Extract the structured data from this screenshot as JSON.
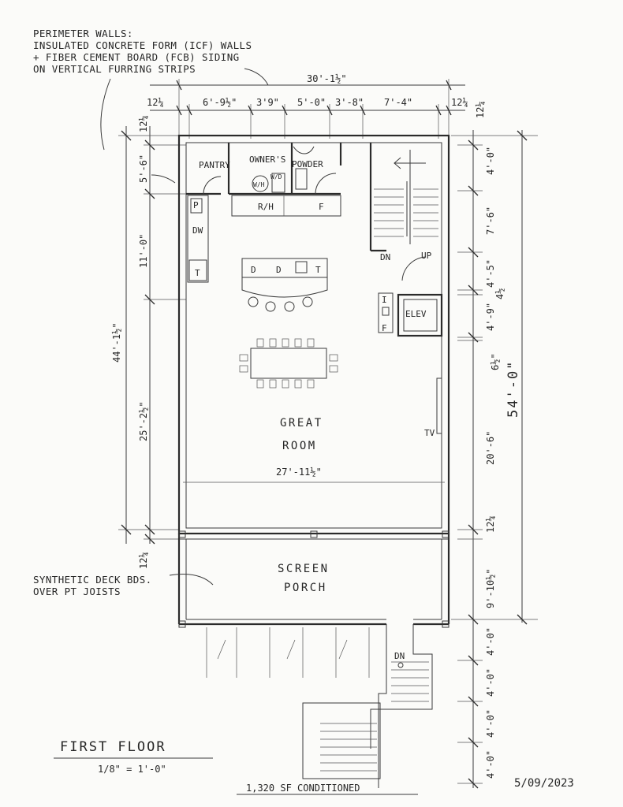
{
  "notes": {
    "perimeter": [
      "PERIMETER WALLS:",
      "INSULATED CONCRETE FORM (ICF) WALLS",
      "+ FIBER CEMENT BOARD (FCB) SIDING",
      "ON VERTICAL FURRING STRIPS"
    ],
    "deck": [
      "SYNTHETIC DECK BDS.",
      "OVER PT JOISTS"
    ]
  },
  "dimensions": {
    "top_overall": "30'-1½\"",
    "top_segments": [
      "12¼",
      "6'-9½\"",
      "3'9\"",
      "5'-0\"",
      "3'-8\"",
      "7'-4\"",
      "12¼"
    ],
    "top_right_corner": "12¼",
    "left_overall": "44'-1½\"",
    "left_segments": [
      "12¼",
      "5'-6\"",
      "11'-0\"",
      "25'-2½\"",
      "12¼"
    ],
    "right_overall": "54'-0\"",
    "right_segments": [
      "4'-0\"",
      "7'-6\"",
      "4'-5\"",
      "4½",
      "4'-9\"",
      "6½\"",
      "20'-6\"",
      "12¼",
      "9'-10½\""
    ],
    "stair_segments": [
      "4'-0\"",
      "4'-0\"",
      "4'-0\"",
      "4'-0\""
    ],
    "great_room_width": "27'-11½\""
  },
  "rooms": {
    "pantry": "PANTRY",
    "owners": "OWNER'S",
    "powder": "POWDER",
    "great": [
      "GREAT",
      "ROOM"
    ],
    "screen": [
      "SCREEN",
      "PORCH"
    ],
    "elev": "ELEV"
  },
  "fixtures": {
    "wh": "W/H",
    "wd": "W/D",
    "rh": "R/H",
    "f": "F",
    "p": "P",
    "dw": "DW",
    "t": "T",
    "d1": "D",
    "d2": "D",
    "t2": "T",
    "i": "I",
    "f2": "F",
    "dn": "DN",
    "up": "UP",
    "tv": "TV",
    "dn2": "DN"
  },
  "title_block": {
    "title": "FIRST FLOOR",
    "scale": "1/8\" = 1'-0\"",
    "area": "1,320 SF CONDITIONED",
    "date": "5/09/2023"
  }
}
